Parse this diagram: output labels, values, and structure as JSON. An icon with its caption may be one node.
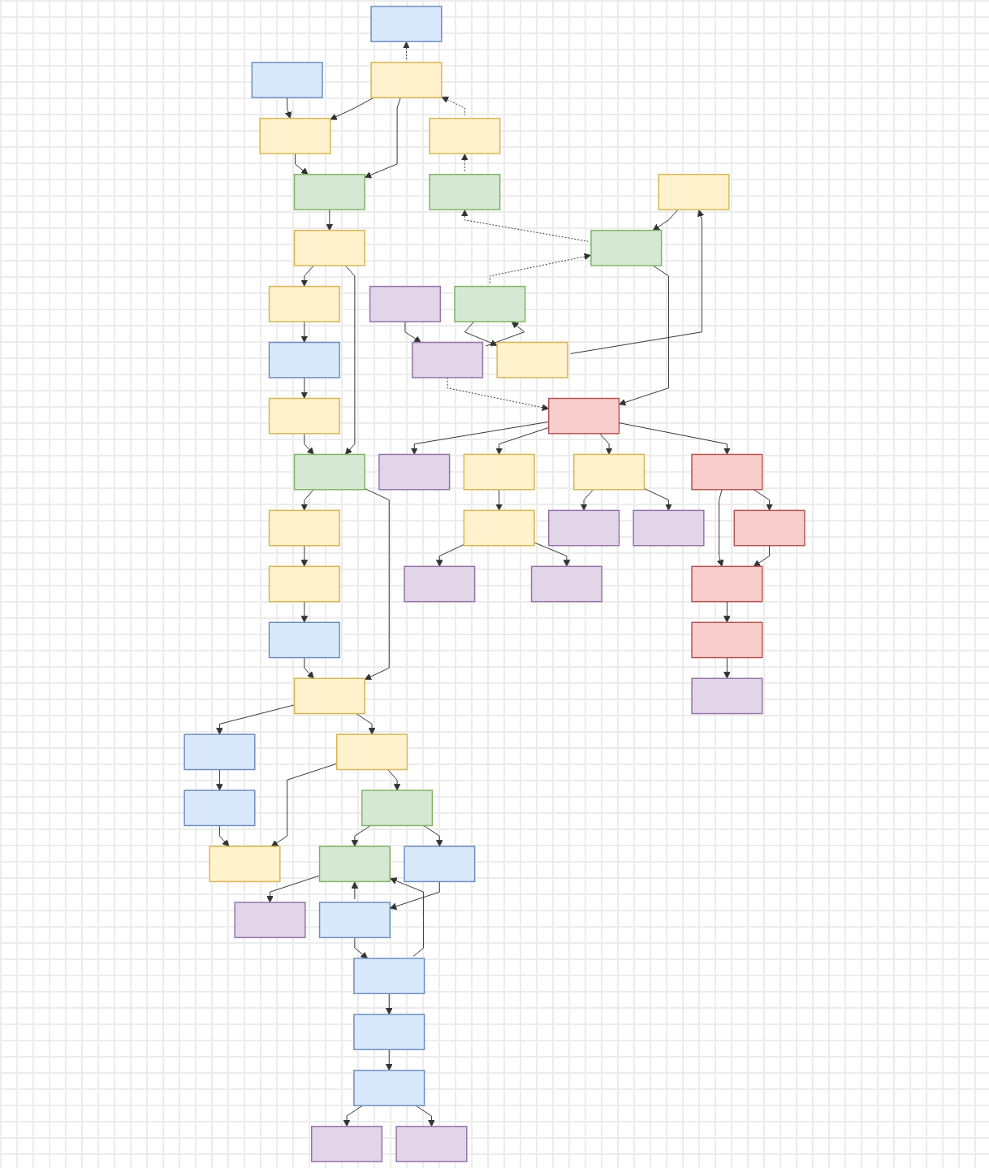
{
  "diagram": {
    "nodes": [
      {
        "text": [],
        "shape": "box"
      },
      {
        "text": [],
        "shape": "box"
      },
      {
        "text": [],
        "shape": "box"
      },
      {
        "text": [],
        "shape": "box"
      },
      {
        "text": [],
        "shape": "box"
      },
      {
        "text": [],
        "shape": "box"
      },
      {
        "text": [],
        "shape": "box"
      },
      {
        "text": [],
        "shape": "box"
      },
      {
        "text": [],
        "shape": "box"
      },
      {
        "text": [],
        "shape": "box"
      },
      {
        "text": [],
        "shape": "box"
      },
      {
        "text": [],
        "shape": "box"
      },
      {
        "text": [],
        "shape": "box"
      },
      {
        "text": [],
        "shape": "box"
      },
      {
        "text": [],
        "shape": "box"
      },
      {
        "text": [],
        "shape": "box"
      },
      {
        "text": [],
        "shape": "box"
      },
      {
        "text": [],
        "shape": "box"
      },
      {
        "text": [],
        "shape": "box"
      },
      {
        "text": [],
        "shape": "box"
      },
      {
        "text": [],
        "shape": "box"
      },
      {
        "text": [],
        "shape": "box"
      },
      {
        "text": [],
        "shape": "box"
      },
      {
        "text": [],
        "shape": "box"
      },
      {
        "text": [],
        "shape": "box"
      },
      {
        "text": [],
        "shape": "box"
      },
      {
        "text": [],
        "shape": "box"
      },
      {
        "text": [],
        "shape": "box"
      },
      {
        "text": [],
        "shape": "box"
      },
      {
        "text": [],
        "shape": "box"
      },
      {
        "text": [],
        "shape": "box"
      },
      {
        "text": [],
        "shape": "box"
      },
      {
        "text": [],
        "shape": "box"
      },
      {
        "text": [],
        "shape": "box"
      },
      {
        "text": [],
        "shape": "box"
      },
      {
        "text": [],
        "shape": "box"
      },
      {
        "text": [],
        "shape": "box"
      },
      {
        "text": [],
        "shape": "box"
      },
      {
        "text": [],
        "shape": "box"
      },
      {
        "text": [],
        "shape": "box"
      },
      {
        "text": [],
        "shape": "box"
      },
      {
        "text": [],
        "shape": "box"
      },
      {
        "text": [],
        "shape": "box"
      },
      {
        "text": [],
        "shape": "box"
      },
      {
        "text": [],
        "shape": "box"
      },
      {
        "text": [],
        "shape": "box"
      },
      {
        "text": [],
        "shape": "box"
      },
      {
        "text": [],
        "shape": "box"
      },
      {
        "text": [],
        "shape": "box"
      },
      {
        "text": [],
        "shape": "box"
      }
    ],
    "edges": [
      {
        "from": 2,
        "to": 0,
        "arrow": "to",
        "style": "dashed"
      },
      {
        "from": 1,
        "to": 3,
        "arrow": "to"
      },
      {
        "from": 2,
        "to": 3,
        "arrow": "to"
      },
      {
        "from": 2,
        "to": 5,
        "arrow": "to"
      },
      {
        "from": 4,
        "to": 2,
        "arrow": "to",
        "style": "dashed"
      },
      {
        "from": 3,
        "to": 5,
        "arrow": "to"
      },
      {
        "from": 6,
        "to": 4,
        "arrow": "to",
        "style": "dashed"
      },
      {
        "from": 5,
        "to": 7,
        "arrow": "to"
      },
      {
        "from": 7,
        "to": 8,
        "arrow": "to"
      },
      {
        "from": 8,
        "to": 9,
        "arrow": "to"
      },
      {
        "from": 9,
        "to": 10,
        "arrow": "to"
      },
      {
        "from": 7,
        "to": 13,
        "arrow": "to"
      },
      {
        "from": 10,
        "to": 13,
        "arrow": "to"
      },
      {
        "from": 12,
        "to": 6,
        "arrow": "to",
        "style": "dashed"
      },
      {
        "from": 11,
        "to": 12,
        "arrow": "to"
      },
      {
        "from": 17,
        "to": 11,
        "arrow": "to"
      },
      {
        "from": 18,
        "to": 12,
        "arrow": "to",
        "style": "dashed"
      },
      {
        "from": 12,
        "to": 37,
        "arrow": "to"
      },
      {
        "from": 13,
        "to": 14,
        "arrow": "to"
      },
      {
        "from": 14,
        "to": 15,
        "arrow": "to"
      },
      {
        "from": 15,
        "to": 16,
        "arrow": "to"
      },
      {
        "from": 13,
        "to": 19,
        "arrow": "to"
      },
      {
        "from": 16,
        "to": 19,
        "arrow": "to"
      },
      {
        "from": 18,
        "to": 17,
        "arrow": "to"
      },
      {
        "from": 19,
        "to": 20,
        "arrow": "to"
      },
      {
        "from": 20,
        "to": 21,
        "arrow": "to"
      },
      {
        "from": 21,
        "to": 25,
        "arrow": "to"
      },
      {
        "from": 19,
        "to": 24,
        "arrow": "to"
      },
      {
        "from": 22,
        "to": 23,
        "arrow": "to"
      },
      {
        "from": 23,
        "to": 18,
        "arrow": "to"
      },
      {
        "from": 24,
        "to": 25,
        "arrow": "to"
      },
      {
        "from": 23,
        "to": 37,
        "arrow": "to",
        "style": "dashed"
      },
      {
        "from": 24,
        "to": 26,
        "arrow": "to"
      },
      {
        "from": 26,
        "to": 27,
        "arrow": "to"
      },
      {
        "from": 27,
        "to": 28,
        "arrow": "to"
      },
      {
        "from": 26,
        "to": 29,
        "arrow": "to"
      },
      {
        "from": 29,
        "to": 30,
        "arrow": "to"
      },
      {
        "from": 30,
        "to": 27,
        "arrow": "to"
      },
      {
        "from": 30,
        "to": 31,
        "arrow": "to"
      },
      {
        "from": 31,
        "to": 27,
        "arrow": "to"
      },
      {
        "from": 31,
        "to": 32,
        "arrow": "to"
      },
      {
        "from": 32,
        "to": 33,
        "arrow": "to"
      },
      {
        "from": 33,
        "to": 34,
        "arrow": "to"
      },
      {
        "from": 33,
        "to": 35,
        "arrow": "to"
      },
      {
        "from": 37,
        "to": 36,
        "arrow": "to"
      },
      {
        "from": 37,
        "to": 38,
        "arrow": "to"
      },
      {
        "from": 38,
        "to": 39,
        "arrow": "to"
      },
      {
        "from": 39,
        "to": 40,
        "arrow": "to"
      },
      {
        "from": 39,
        "to": 44,
        "arrow": "to"
      },
      {
        "from": 37,
        "to": 42,
        "arrow": "to"
      },
      {
        "from": 37,
        "to": 43,
        "arrow": "to"
      },
      {
        "from": 42,
        "to": 41,
        "arrow": "to"
      },
      {
        "from": 42,
        "to": 45,
        "arrow": "to"
      },
      {
        "from": 43,
        "to": 46,
        "arrow": "to"
      },
      {
        "from": 43,
        "to": 47,
        "arrow": "to"
      },
      {
        "from": 47,
        "to": 46,
        "arrow": "to"
      },
      {
        "from": 46,
        "to": 48,
        "arrow": "to"
      },
      {
        "from": 48,
        "to": 49,
        "arrow": "to"
      }
    ]
  }
}
